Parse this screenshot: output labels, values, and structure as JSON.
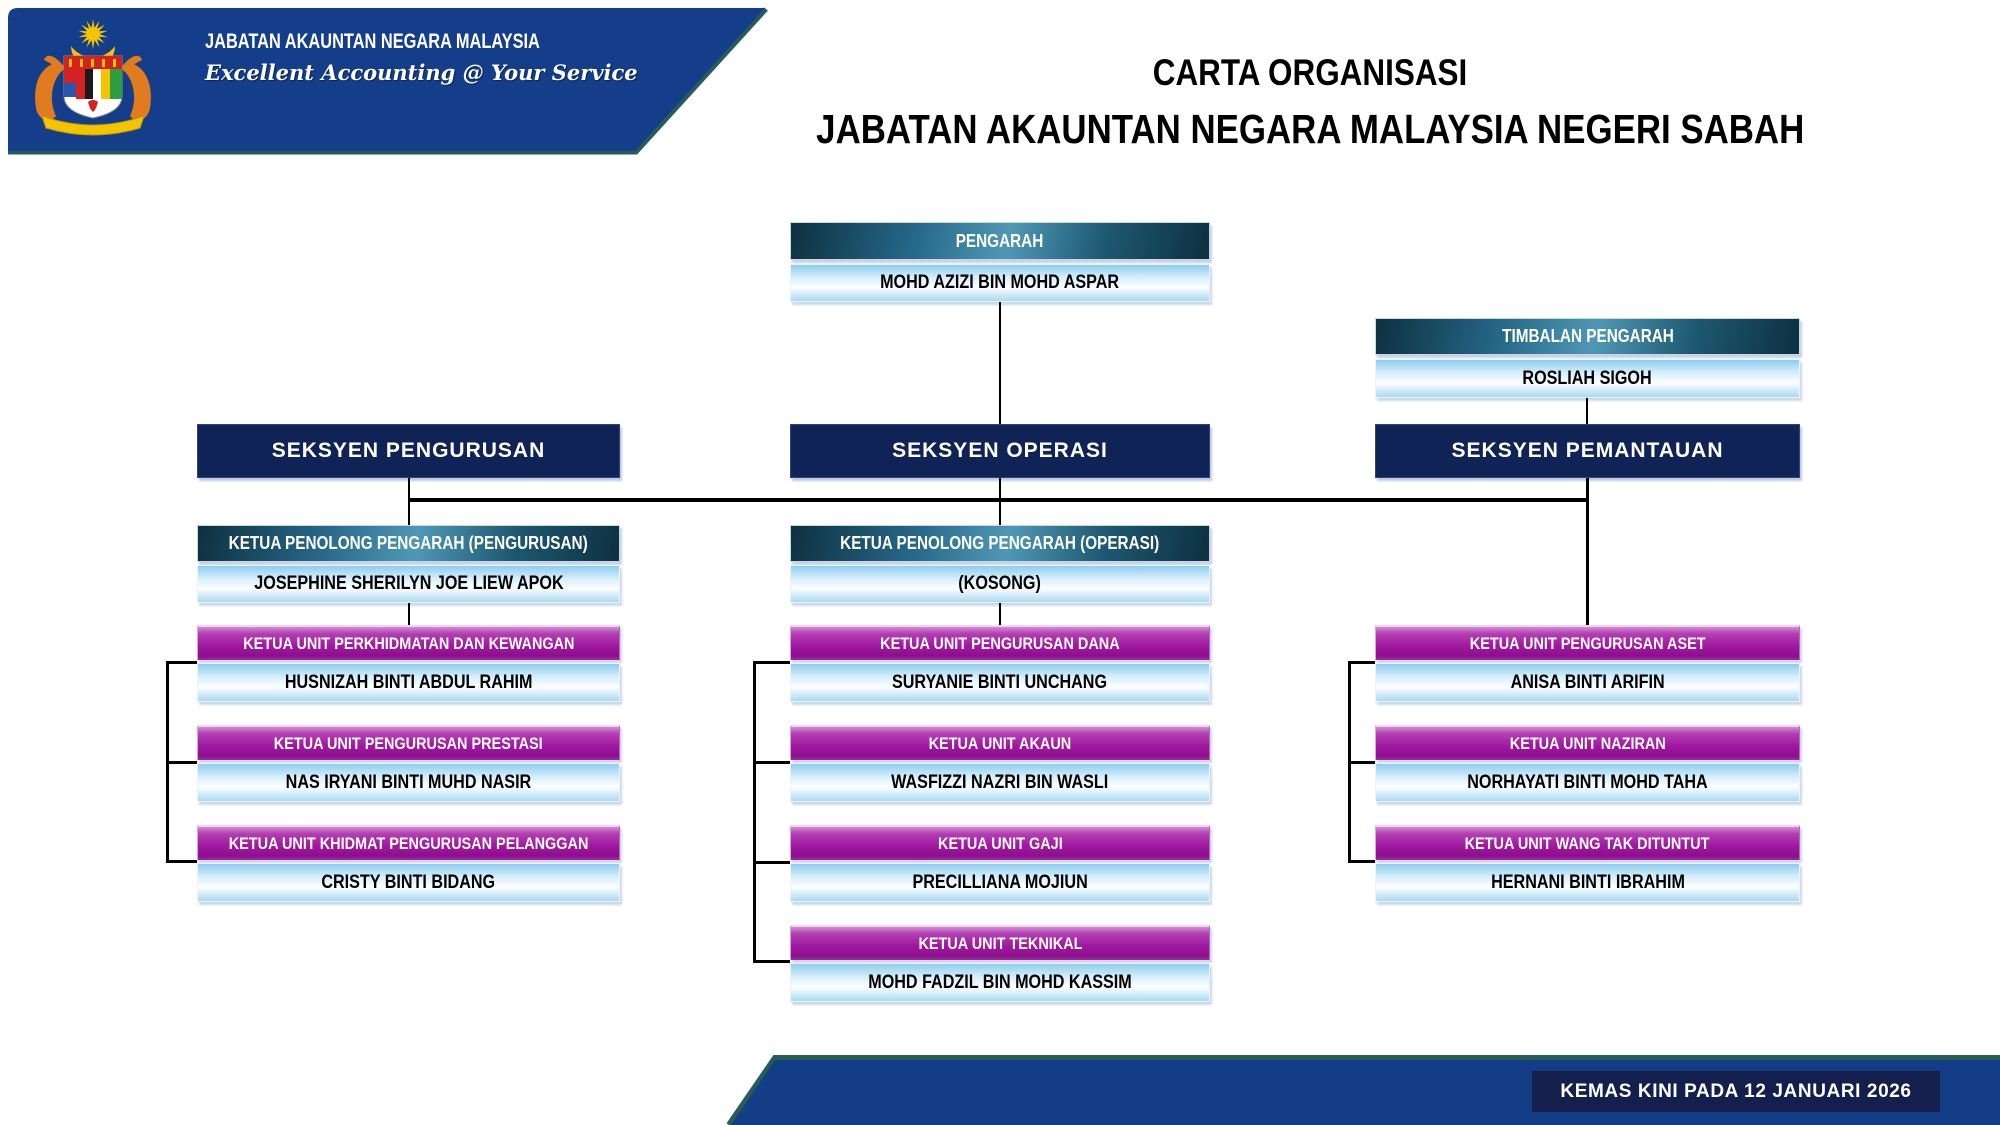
{
  "header": {
    "org_name": "JABATAN AKAUNTAN NEGARA MALAYSIA",
    "tagline": "Excellent Accounting @ Your Service",
    "logo": "malaysia-coat-of-arms"
  },
  "title": {
    "line1": "CARTA ORGANISASI",
    "line2": "JABATAN AKAUNTAN NEGARA MALAYSIA NEGERI SABAH"
  },
  "director": {
    "title": "PENGARAH",
    "name": "MOHD AZIZI BIN MOHD ASPAR"
  },
  "deputy": {
    "title": "TIMBALAN PENGARAH",
    "name": "ROSLIAH SIGOH"
  },
  "sections": [
    {
      "label": "SEKSYEN PENGURUSAN",
      "head": {
        "title": "KETUA PENOLONG PENGARAH (PENGURUSAN)",
        "name": "JOSEPHINE SHERILYN JOE LIEW APOK"
      },
      "units": [
        {
          "title": "KETUA UNIT PERKHIDMATAN DAN KEWANGAN",
          "name": "HUSNIZAH BINTI ABDUL RAHIM"
        },
        {
          "title": "KETUA UNIT PENGURUSAN PRESTASI",
          "name": "NAS IRYANI BINTI MUHD NASIR"
        },
        {
          "title": "KETUA UNIT KHIDMAT PENGURUSAN PELANGGAN",
          "name": "CRISTY BINTI BIDANG"
        }
      ]
    },
    {
      "label": "SEKSYEN OPERASI",
      "head": {
        "title": "KETUA PENOLONG PENGARAH (OPERASI)",
        "name": "(KOSONG)"
      },
      "units": [
        {
          "title": "KETUA UNIT PENGURUSAN DANA",
          "name": "SURYANIE BINTI UNCHANG"
        },
        {
          "title": "KETUA UNIT AKAUN",
          "name": "WASFIZZI NAZRI BIN WASLI"
        },
        {
          "title": "KETUA UNIT GAJI",
          "name": "PRECILLIANA MOJIUN"
        },
        {
          "title": "KETUA UNIT TEKNIKAL",
          "name": "MOHD FADZIL BIN MOHD KASSIM"
        }
      ]
    },
    {
      "label": "SEKSYEN PEMANTAUAN",
      "units": [
        {
          "title": "KETUA UNIT PENGURUSAN ASET",
          "name": "ANISA BINTI ARIFIN"
        },
        {
          "title": "KETUA UNIT NAZIRAN",
          "name": "NORHAYATI BINTI MOHD TAHA"
        },
        {
          "title": "KETUA UNIT WANG TAK DITUNTUT",
          "name": "HERNANI BINTI IBRAHIM"
        }
      ]
    }
  ],
  "footer": {
    "updated": "KEMAS KINI PADA 12 JANUARI 2026"
  },
  "colors": {
    "banner_blue": "#153e8a",
    "teal_edge": "#275c58",
    "navy_box": "#0f2357",
    "footer_inner_navy": "#141f4e",
    "unit_magenta": "#a11aa1",
    "name_light_blue": "#8ccdef",
    "head_teal_gradient": "#27688a",
    "connector_black": "#000000"
  }
}
